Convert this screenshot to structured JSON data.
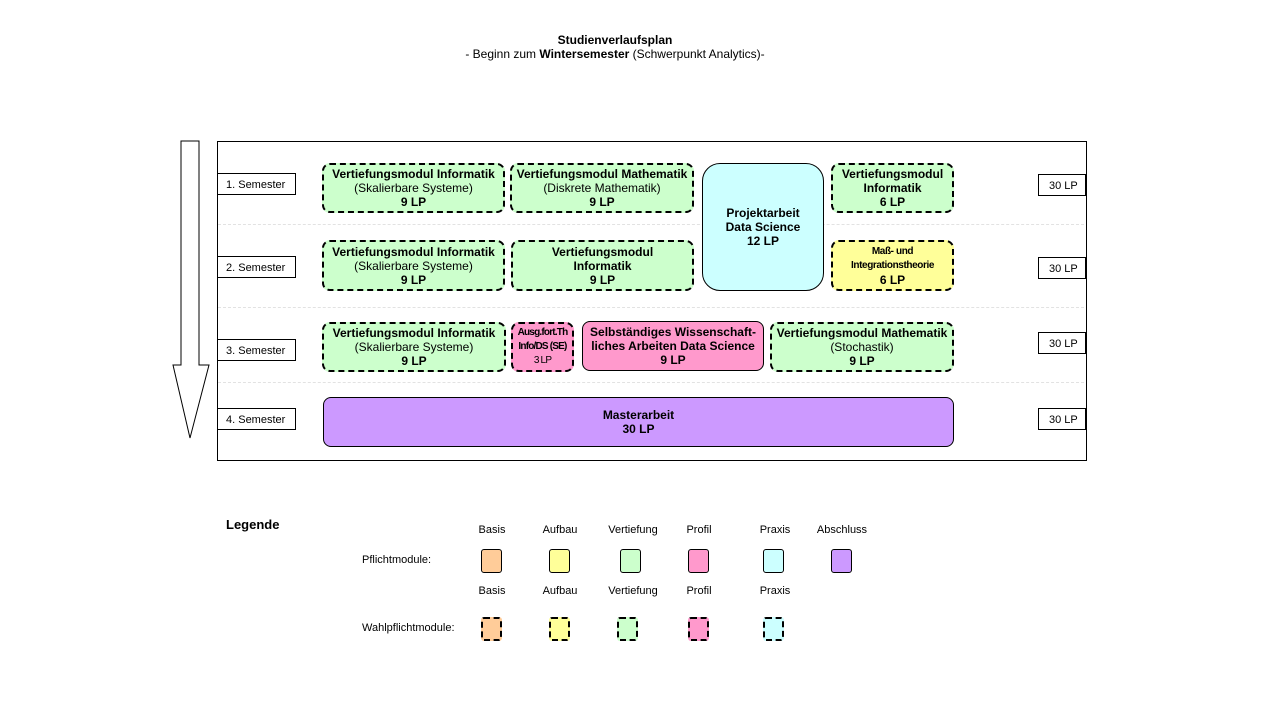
{
  "title": {
    "line1": "Studienverlaufsplan",
    "line2_prefix": "- Beginn zum ",
    "line2_bold": "Wintersemester",
    "line2_suffix": " (Schwerpunkt Analytics)-"
  },
  "semesters": [
    {
      "label": "1. Semester",
      "lp": "30 LP"
    },
    {
      "label": "2. Semester",
      "lp": "30 LP"
    },
    {
      "label": "3. Semester",
      "lp": "30 LP"
    },
    {
      "label": "4. Semester",
      "lp": "30 LP"
    }
  ],
  "modules": [
    {
      "name": "Vertiefungsmodul Informatik",
      "sub": "(Skalierbare Systeme)",
      "lp": "9 LP",
      "category": "Vertiefung",
      "kind": "Wahlpflicht"
    },
    {
      "name": "Vertiefungsmodul Mathematik",
      "sub": "(Diskrete Mathematik)",
      "lp": "9 LP",
      "category": "Vertiefung",
      "kind": "Wahlpflicht"
    },
    {
      "name": "Projektarbeit Data Science",
      "sub": "",
      "lp": "12 LP",
      "category": "Praxis",
      "kind": "Pflicht"
    },
    {
      "name": "Vertiefungsmodul Informatik",
      "sub": "",
      "lp": "6 LP",
      "category": "Vertiefung",
      "kind": "Wahlpflicht"
    },
    {
      "name": "Vertiefungsmodul Informatik",
      "sub": "(Skalierbare Systeme)",
      "lp": "9 LP",
      "category": "Vertiefung",
      "kind": "Wahlpflicht"
    },
    {
      "name": "Vertiefungsmodul Informatik",
      "sub": "",
      "lp": "9 LP",
      "category": "Vertiefung",
      "kind": "Wahlpflicht"
    },
    {
      "name": "Maß- und Integrationstheorie",
      "sub": "",
      "lp": "6 LP",
      "category": "Aufbau",
      "kind": "Wahlpflicht"
    },
    {
      "name": "Vertiefungsmodul Informatik",
      "sub": "(Skalierbare Systeme)",
      "lp": "9 LP",
      "category": "Vertiefung",
      "kind": "Wahlpflicht"
    },
    {
      "name": "Ausg.fort.Th Info/DS (SE)",
      "sub": "",
      "lp": "3 LP",
      "category": "Profil",
      "kind": "Wahlpflicht"
    },
    {
      "name": "Selbständiges Wissenschaft-liches Arbeiten Data Science",
      "sub": "",
      "lp": "9 LP",
      "category": "Profil",
      "kind": "Pflicht"
    },
    {
      "name": "Vertiefungsmodul Mathematik",
      "sub": "(Stochastik)",
      "lp": "9 LP",
      "category": "Vertiefung",
      "kind": "Wahlpflicht"
    },
    {
      "name": "Masterarbeit",
      "sub": "",
      "lp": "30 LP",
      "category": "Abschluss",
      "kind": "Pflicht"
    }
  ],
  "legend": {
    "title": "Legende",
    "pflicht_label": "Pflichtmodule:",
    "wahlpflicht_label": "Wahlpflichtmodule:",
    "pflicht": [
      {
        "name": "Basis",
        "color": "#ffcc99"
      },
      {
        "name": "Aufbau",
        "color": "#ffff99"
      },
      {
        "name": "Vertiefung",
        "color": "#ccffcc"
      },
      {
        "name": "Profil",
        "color": "#ff99cc"
      },
      {
        "name": "Praxis",
        "color": "#ccffff"
      },
      {
        "name": "Abschluss",
        "color": "#cc99ff"
      }
    ],
    "wahlpflicht": [
      {
        "name": "Basis",
        "color": "#ffcc99"
      },
      {
        "name": "Aufbau",
        "color": "#ffff99"
      },
      {
        "name": "Vertiefung",
        "color": "#ccffcc"
      },
      {
        "name": "Profil",
        "color": "#ff99cc"
      },
      {
        "name": "Praxis",
        "color": "#ccffff"
      }
    ]
  }
}
